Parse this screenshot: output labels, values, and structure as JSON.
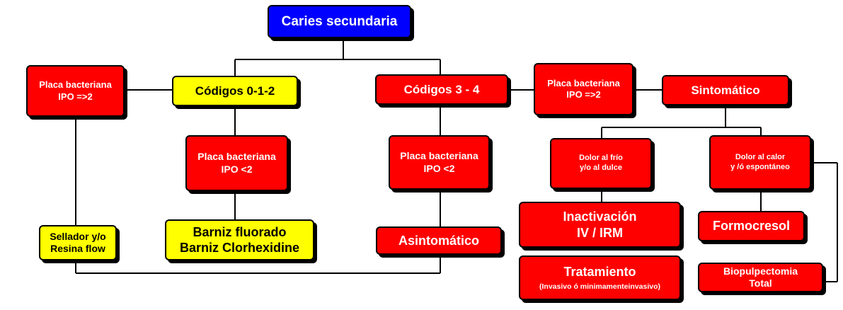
{
  "nodes": {
    "root": "Caries secundaria",
    "codigos_012": "Códigos  0-1-2",
    "codigos_34": "Códigos  3 - 4",
    "placa_left": {
      "line1": "Placa bacteriana",
      "line2": "IPO =>2"
    },
    "placa_012_low": {
      "line1": "Placa bacteriana",
      "line2": "IPO  <2"
    },
    "placa_34_low": {
      "line1": "Placa bacteriana",
      "line2": "IPO <2"
    },
    "placa_right": {
      "line1": "Placa bacteriana",
      "line2": "IPO  =>2"
    },
    "sintomatico": "Sintomático",
    "dolor_frio": {
      "line1": "Dolor al frío",
      "line2": "y/o al dulce"
    },
    "dolor_calor": {
      "line1": "Dolor al calor",
      "line2": "y /ó espontáneo"
    },
    "sellador": {
      "line1": "Sellador y/o",
      "line2": "Resina flow"
    },
    "barniz": {
      "line1": "Barniz fluorado",
      "line2": "Barniz Clorhexidine"
    },
    "asintomatico": "Asintomático",
    "inactivacion": {
      "line1": "Inactivación",
      "line2": "IV / IRM"
    },
    "tratamiento": {
      "line1": "Tratamiento",
      "line2": "(Invasivo ó minimamenteinvasivo)"
    },
    "formocresol": "Formocresol",
    "biopulpectomia": {
      "line1": "Biopulpectomia",
      "line2": "Total"
    }
  },
  "colors": {
    "root": "#0000ff",
    "decision": "#ff0000",
    "highlight": "#ffff00",
    "connector": "#000000"
  }
}
